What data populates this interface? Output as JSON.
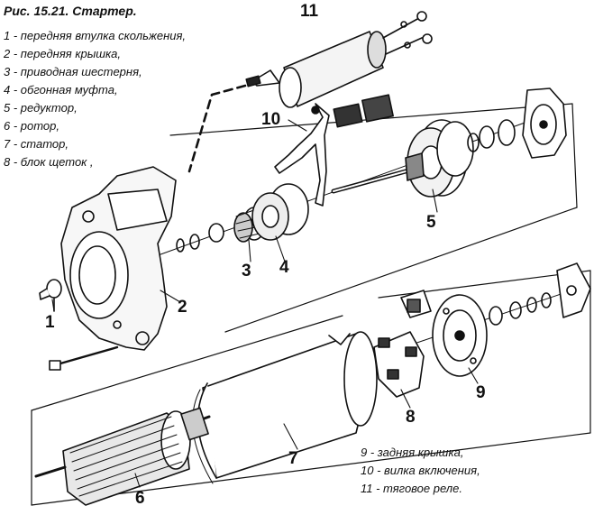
{
  "title": "Рис. 15.21. Стартер.",
  "legend_top": [
    "1 - передняя втулка скольжения,",
    "2 - передняя крышка,",
    "3 - приводная шестерня,",
    "4 - обгонная муфта,",
    "5 - редуктор,",
    "6 - ротор,",
    "7 - статор,",
    "8 - блок щеток ,"
  ],
  "legend_bottom": [
    "9 - задняя крышка,",
    "10 - вилка включения,",
    "11 - тяговое реле."
  ],
  "callouts": {
    "n1": "1",
    "n2": "2",
    "n3": "3",
    "n4": "4",
    "n5": "5",
    "n6": "6",
    "n7": "7",
    "n8": "8",
    "n9": "9",
    "n10": "10",
    "n11": "11"
  }
}
